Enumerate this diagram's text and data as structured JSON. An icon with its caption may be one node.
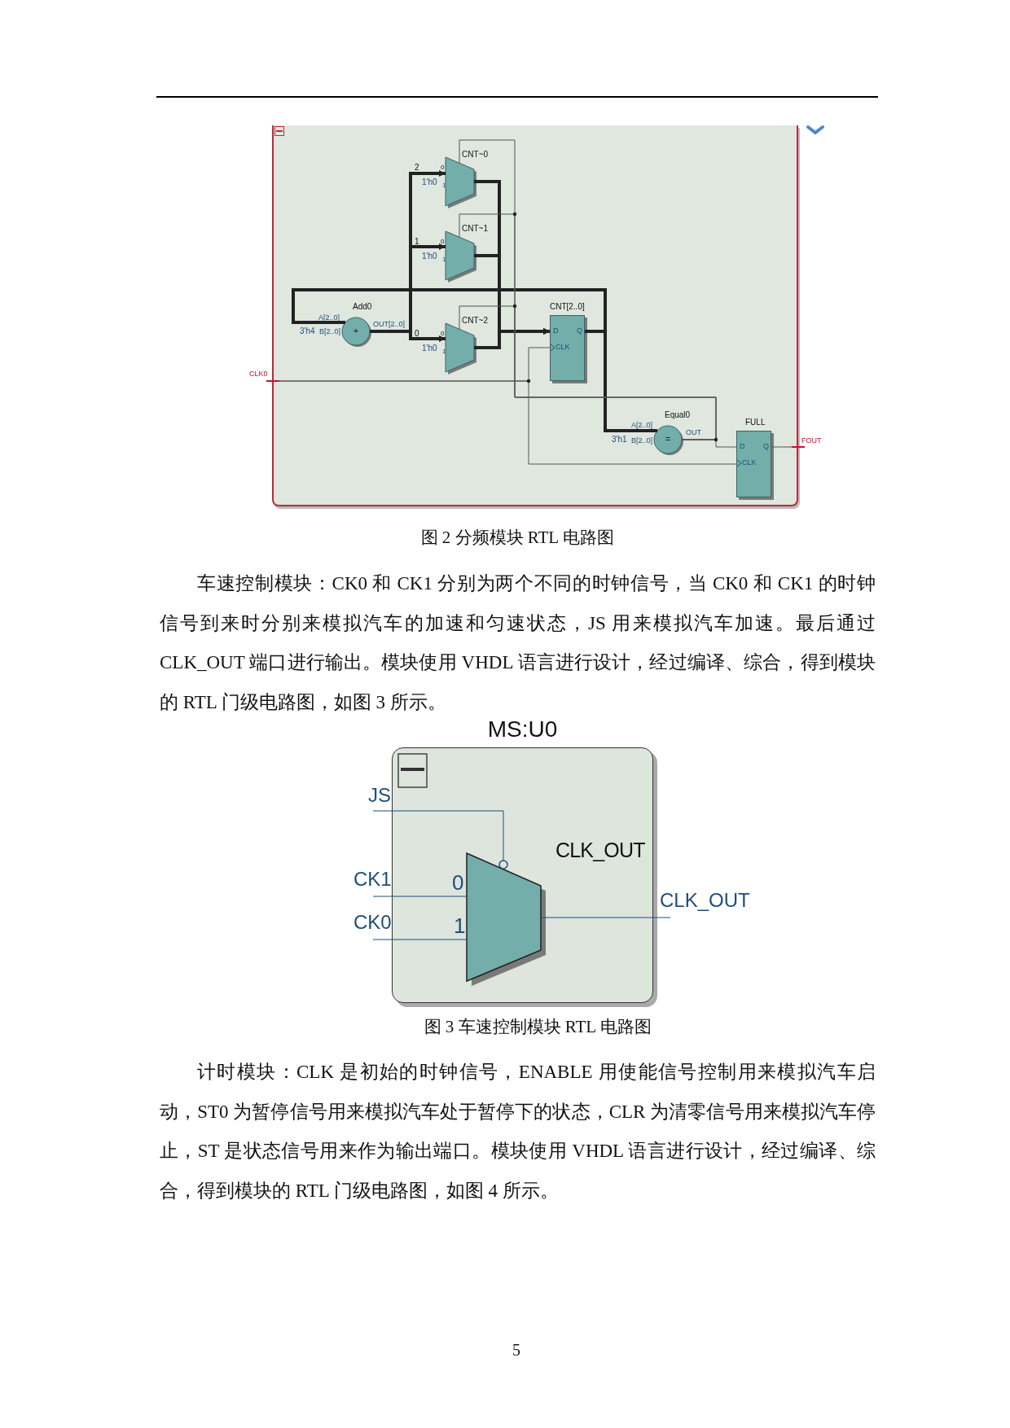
{
  "diagram": {
    "nodes": [
      {
        "text": [
          "CLK0"
        ]
      },
      {
        "text": [
          "Add0",
          "+"
        ]
      },
      {
        "text": [
          "CNT~0"
        ],
        "beside": [
          "1"
        ]
      },
      {
        "text": [
          "CNT~1"
        ],
        "beside": [
          "1"
        ]
      },
      {
        "text": [
          "CNT~2"
        ],
        "beside": [
          "1"
        ]
      },
      {
        "text": [
          "CNT[2..0]",
          "D",
          "Q",
          "CLK"
        ]
      },
      {
        "text": [
          "Equal0",
          "="
        ]
      },
      {
        "text": [
          "FULL",
          "D",
          "Q",
          "CLK"
        ]
      },
      {
        "text": [
          "FOUT"
        ]
      },
      {
        "text": [
          "MS:U0"
        ]
      },
      {
        "text": [
          "JS"
        ]
      },
      {
        "text": [
          "CK1"
        ]
      },
      {
        "text": [
          "CK0"
        ]
      },
      {
        "text": [
          "CLK_OUT"
        ],
        "in": 9
      },
      {
        "text": [
          "CLK_OUT"
        ]
      }
    ],
    "edges": [
      {
        "from": 1,
        "to": 2,
        "arrow": "to",
        "style": "thick"
      },
      {
        "from": 1,
        "to": 3,
        "arrow": "to",
        "style": "thick"
      },
      {
        "from": 1,
        "to": 4,
        "arrow": "to",
        "style": "thick"
      },
      {
        "from": 2,
        "to": 5,
        "arrow": "to",
        "style": "thick"
      },
      {
        "from": 3,
        "to": 5,
        "arrow": "to",
        "style": "thick"
      },
      {
        "from": 4,
        "to": 5,
        "arrow": "to",
        "style": "thick"
      },
      {
        "from": 5,
        "to": 1,
        "arrow": "none",
        "style": "thick"
      },
      {
        "from": 5,
        "to": 6,
        "arrow": "none",
        "style": "thick"
      },
      {
        "from": 0,
        "to": 5,
        "arrow": "none"
      },
      {
        "from": 0,
        "to": 7,
        "arrow": "none"
      },
      {
        "from": 6,
        "to": 2,
        "arrow": "none"
      },
      {
        "from": 6,
        "to": 3,
        "arrow": "none"
      },
      {
        "from": 6,
        "to": 4,
        "arrow": "none"
      },
      {
        "from": 6,
        "to": 7,
        "arrow": "none"
      },
      {
        "from": 7,
        "to": 8,
        "arrow": "none"
      },
      {
        "from": 10,
        "to": 13,
        "arrow": "none",
        "color": "#1f4e79"
      },
      {
        "from": 11,
        "to": 13,
        "arrow": "none",
        "color": "#1f4e79"
      },
      {
        "from": 12,
        "to": 13,
        "arrow": "none",
        "color": "#1f4e79"
      },
      {
        "from": 13,
        "to": 14,
        "arrow": "none",
        "color": "#1f4e79"
      }
    ],
    "labels": [
      "2",
      "0",
      "1'h0",
      "1",
      "0",
      "1'h0",
      "A[2..0]",
      "3'h4",
      "B[2..0]",
      "OUT[2..0]",
      "0",
      "0",
      "1'h0",
      "A[2..0]",
      "3'h1",
      "B[2..0]",
      "OUT",
      "图 2 分频模块 RTL 电路图",
      "车速控制模块：CK0 和 CK1 分别为两个不同的时钟信号，当 CK0 和 CK1 的时钟信号到来时分别来模拟汽车的加速和匀速状态，JS 用来模拟汽车加速。最后通过 CLK_OUT 端口进行输出。模块使用 VHDL 语言进行设计，经过编译、综合，得到模块的 RTL 门级电路图，如图 3 所示。",
      "0",
      "1",
      "图 3 车速控制模块 RTL 电路图",
      "计时模块：CLK 是初始的时钟信号，ENABLE 用使能信号控制用来模拟汽车启动，ST0 为暂停信号用来模拟汽车处于暂停下的状态，CLR 为清零信号用来模拟汽车停止，ST 是状态信号用来作为输出端口。模块使用 VHDL 语言进行设计，经过编译、综合，得到模块的 RTL 门级电路图，如图 4 所示。",
      "5"
    ]
  }
}
